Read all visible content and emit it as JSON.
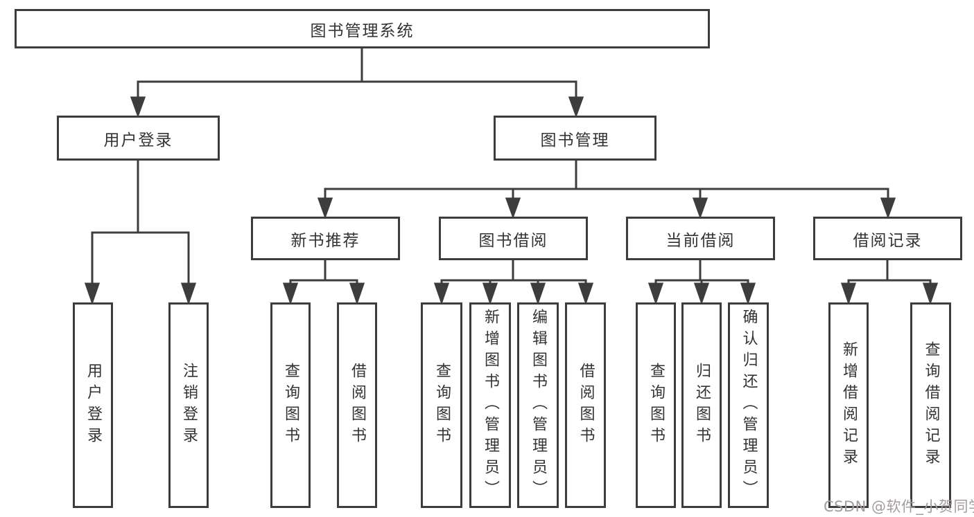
{
  "tree": {
    "root": {
      "label": "图书管理系统",
      "children": [
        {
          "label": "用户登录",
          "children": [
            {
              "label": "用户登录"
            },
            {
              "label": "注销登录"
            }
          ]
        },
        {
          "label": "图书管理",
          "children": [
            {
              "label": "新书推荐",
              "children": [
                {
                  "label": "查询图书"
                },
                {
                  "label": "借阅图书"
                }
              ]
            },
            {
              "label": "图书借阅",
              "children": [
                {
                  "label": "查询图书"
                },
                {
                  "label": "新增图书（管理员）"
                },
                {
                  "label": "编辑图书（管理员）"
                },
                {
                  "label": "借阅图书"
                }
              ]
            },
            {
              "label": "当前借阅",
              "children": [
                {
                  "label": "查询图书"
                },
                {
                  "label": "归还图书"
                },
                {
                  "label": "确认归还（管理员）"
                }
              ]
            },
            {
              "label": "借阅记录",
              "children": [
                {
                  "label": "新增借阅记录"
                },
                {
                  "label": "查询借阅记录"
                }
              ]
            }
          ]
        }
      ]
    }
  },
  "watermark": "CSDN @软件_小贺同学",
  "colors": {
    "line": "#3d3d3d",
    "text": "#333333",
    "background": "#ffffff",
    "watermark": "#a39c9c"
  }
}
